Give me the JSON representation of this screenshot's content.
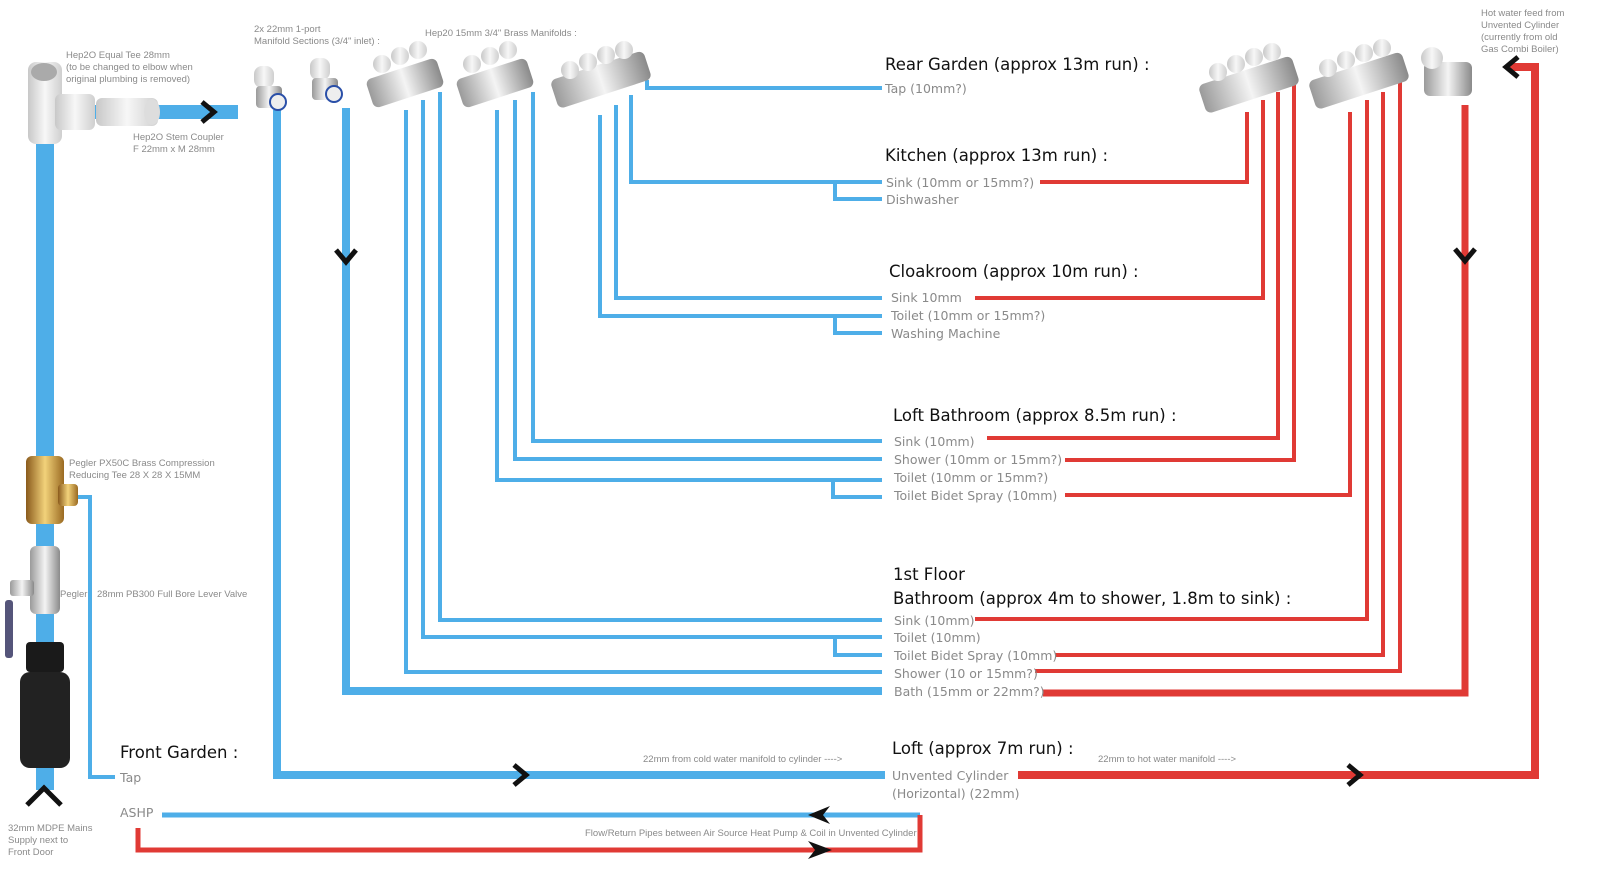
{
  "colors": {
    "cold": "#4eaee8",
    "hot": "#e03a35",
    "arrow": "#111111"
  },
  "fittings": {
    "equal_tee": [
      "Hep2O Equal Tee 28mm",
      "(to be changed to elbow when",
      "original plumbing is removed)"
    ],
    "stem_coupler": [
      "Hep2O Stem Coupler",
      "F 22mm x M 28mm"
    ],
    "one_port": [
      "2x 22mm 1-port",
      "Manifold Sections (3/4\" inlet) :"
    ],
    "brass_manifolds": "Hep20 15mm 3/4\" Brass Manifolds :",
    "hot_feed": [
      "Hot water feed from",
      "Unvented Cylinder",
      "(currently from old",
      "Gas Combi Boiler)"
    ],
    "reducing_tee": [
      "Pegler PX50C Brass Compression",
      "Reducing Tee 28 X 28 X 15MM"
    ],
    "lever_valve_brand": "Pegler",
    "lever_valve": "28mm PB300 Full Bore Lever Valve",
    "mains": [
      "32mm MDPE Mains",
      "Supply next to",
      "Front Door"
    ]
  },
  "rooms": {
    "rear_garden": {
      "title": "Rear Garden (approx 13m run) :",
      "items": [
        "Tap (10mm?)"
      ]
    },
    "kitchen": {
      "title": "Kitchen (approx 13m run) :",
      "items": [
        "Sink (10mm or 15mm?)",
        "Dishwasher"
      ]
    },
    "cloakroom": {
      "title": "Cloakroom (approx 10m run) :",
      "items": [
        "Sink 10mm",
        "Toilet (10mm or 15mm?)",
        "Washing Machine"
      ]
    },
    "loft_bathroom": {
      "title": "Loft Bathroom (approx 8.5m run) :",
      "items": [
        "Sink (10mm)",
        "Shower (10mm or 15mm?)",
        "Toilet (10mm or 15mm?)",
        "Toilet Bidet Spray (10mm)"
      ]
    },
    "first_floor": {
      "title_line1": "1st Floor",
      "title_line2": "Bathroom (approx 4m to shower,  1.8m to sink) :",
      "items": [
        "Sink (10mm)",
        "Toilet (10mm)",
        "Toilet Bidet Spray (10mm)",
        "Shower (10 or 15mm?)",
        "Bath (15mm or 22mm?)"
      ]
    },
    "loft": {
      "title": "Loft (approx 7m run) :",
      "items": [
        "Unvented Cylinder",
        "(Horizontal) (22mm)"
      ]
    },
    "front_garden": {
      "title": "Front Garden :",
      "items": [
        "Tap"
      ]
    },
    "ashp": {
      "title": "ASHP"
    }
  },
  "notes": {
    "cold_to_cylinder": "22mm from cold water manifold to cylinder ---->",
    "hot_to_manifold": "22mm to hot water manifold ---->",
    "flow_return": "Flow/Return Pipes between Air Source Heat Pump & Coil in Unvented Cylinder"
  }
}
